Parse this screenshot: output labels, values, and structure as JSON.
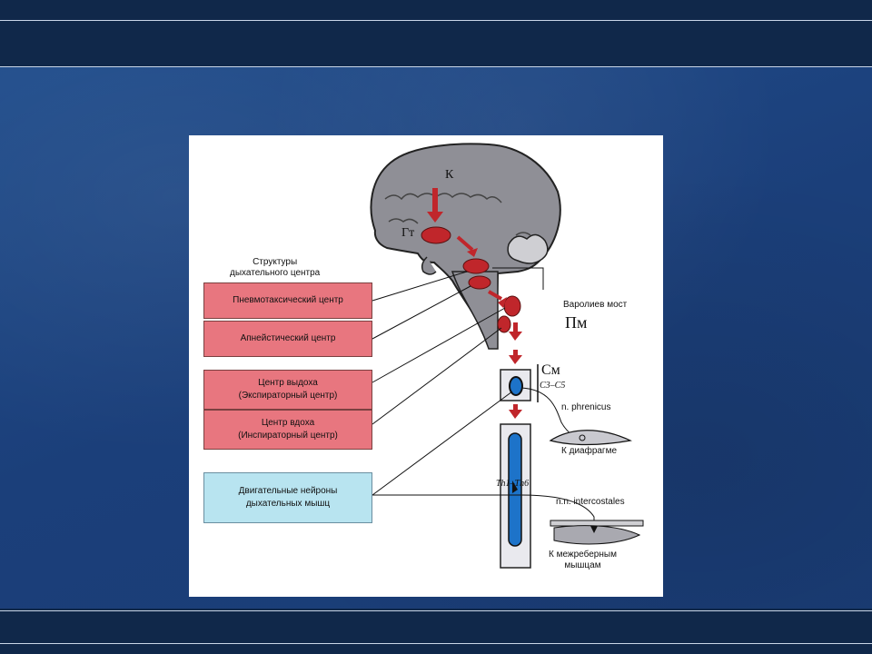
{
  "diagram": {
    "structures_title": "Структуры\nдыхательного центра",
    "boxes": {
      "pneumotaxic": "Пневмотаксический центр",
      "apneustic": "Апнейстический центр",
      "expiratory": "Центр выдоха\n(Экспираторный центр)",
      "inspiratory": "Центр вдоха\n(Инспираторный центр)",
      "motor_neurons": "Двигательные нейроны\nдыхательных мышц"
    },
    "labels": {
      "cortex": "К",
      "hypothalamus": "Гт",
      "pons_name": "Варолиев мост",
      "pons_abbr": "Пм",
      "spinal_cord": "См",
      "cervical": "С3–С5",
      "phrenicus": "n. phrenicus",
      "to_diaphragm": "К диафрагме",
      "thoracic": "Th1–Th6",
      "intercostales": "n.n. intercostales",
      "to_intercostal": "К межреберным\nмышцам"
    },
    "colors": {
      "background": "#1e4582",
      "band": "#10284a",
      "pink_box": "#e8767f",
      "blue_box": "#b8e4f0",
      "center_red": "#c0262b",
      "brain_gray": "#8f8f96"
    }
  }
}
